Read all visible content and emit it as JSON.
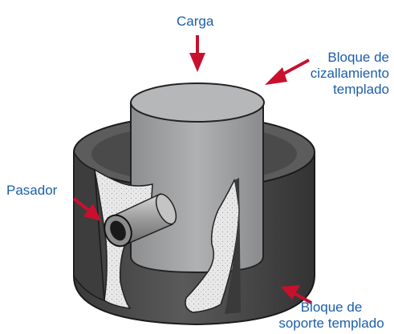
{
  "labels": {
    "load": "Carga",
    "shear_block": [
      "Bloque de",
      "cizallamiento",
      "templado"
    ],
    "pin": "Pasador",
    "support_block": [
      "Bloque de",
      "soporte templado"
    ]
  },
  "colors": {
    "label_text": "#1b5fa8",
    "arrow": "#c8102e",
    "outer_block": "#4a4a4a",
    "inner_cylinder": "#a3a4a6",
    "cut_section": "#e6e6e6"
  },
  "icons": {
    "arrow": "red-arrow-icon"
  }
}
